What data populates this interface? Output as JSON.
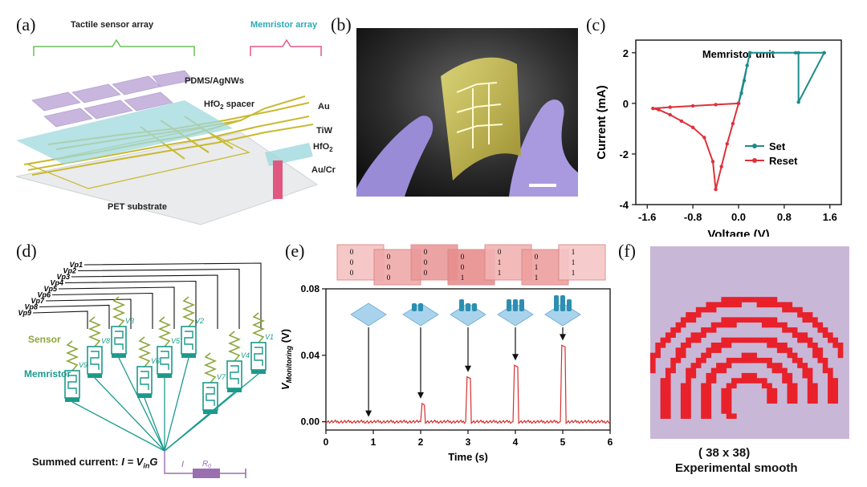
{
  "panels": {
    "a": {
      "label": "(a)",
      "tactile_array": "Tactile sensor array",
      "memristor_array": "Memristor array",
      "layers": {
        "pdms": "PDMS/AgNWs",
        "hfo2_spacer_prefix": "HfO",
        "hfo2_spacer_sub": "2",
        "hfo2_spacer_suffix": " spacer",
        "au": "Au",
        "tiw": "TiW",
        "hfo2_prefix": "HfO",
        "hfo2_sub": "2",
        "aucr": "Au/Cr",
        "pet": "PET substrate"
      }
    },
    "b": {
      "label": "(b)"
    },
    "c": {
      "label": "(c)"
    },
    "d": {
      "label": "(d)",
      "vp_labels": [
        "Vp1",
        "Vp2",
        "Vp3",
        "Vp4",
        "Vp5",
        "Vp6",
        "Vp7",
        "Vp8",
        "Vp9"
      ],
      "v_labels": [
        "V9",
        "V8",
        "V3",
        "V6",
        "V5",
        "V2",
        "V7",
        "V4",
        "V1"
      ],
      "sensor": "Sensor",
      "memristor": "Memristor",
      "summed_current": "Summed current: ",
      "summed_formula": "I = V",
      "summed_sub": "in",
      "summed_tail": "G",
      "current_symbol": "I",
      "resistor_symbol": "R",
      "resistor_sub": "0"
    },
    "e": {
      "label": "(e)",
      "bit_matrices": [
        [
          "0",
          "0",
          "0"
        ],
        [
          "0",
          "0",
          "0"
        ],
        [
          "0",
          "0",
          "0"
        ],
        [
          "0",
          "0",
          "1"
        ],
        [
          "0",
          "1",
          "1"
        ],
        [
          "0",
          "1",
          "1"
        ],
        [
          "1",
          "1",
          "1"
        ]
      ]
    },
    "f": {
      "label": "(f)",
      "caption_line1": "( 38 x 38)",
      "caption_line2": "Experimental smooth"
    }
  },
  "chart_data": [
    {
      "type": "line",
      "title": "Memristor unit",
      "xlabel": "Voltage (V)",
      "ylabel": "Current (mA)",
      "xlim": [
        -1.8,
        1.8
      ],
      "ylim": [
        -4,
        2.5
      ],
      "xticks": [
        "-1.6",
        "-0.8",
        "0.0",
        "0.8",
        "1.6"
      ],
      "yticks": [
        "-4",
        "-2",
        "0",
        "2"
      ],
      "legend": "right",
      "series": [
        {
          "name": "Set",
          "color": "#1f8a8a",
          "x": [
            0.0,
            0.05,
            0.1,
            0.15,
            0.2,
            0.6,
            1.0,
            1.05,
            1.05,
            1.5,
            1.5,
            0.2,
            0.0
          ],
          "y": [
            0.0,
            0.4,
            0.9,
            1.5,
            2.0,
            2.0,
            2.0,
            2.0,
            0.05,
            2.0,
            2.0,
            2.0,
            0.0
          ]
        },
        {
          "name": "Reset",
          "color": "#e0303a",
          "x": [
            0.0,
            -0.4,
            -0.8,
            -1.2,
            -1.5,
            -1.4,
            -1.2,
            -1.0,
            -0.8,
            -0.6,
            -0.45,
            -0.4,
            -0.3,
            -0.2,
            -0.1,
            0.0
          ],
          "y": [
            0.0,
            -0.05,
            -0.1,
            -0.15,
            -0.2,
            -0.25,
            -0.45,
            -0.7,
            -0.95,
            -1.35,
            -2.3,
            -3.4,
            -2.5,
            -1.6,
            -0.8,
            0.0
          ]
        }
      ]
    },
    {
      "type": "line",
      "title": "",
      "xlabel": "Time (s)",
      "ylabel": "V",
      "ylabel_sub": "Monitoring",
      "ylabel_unit": " (V)",
      "xlim": [
        0,
        6
      ],
      "ylim": [
        -0.005,
        0.08
      ],
      "xticks": [
        "0",
        "1",
        "2",
        "3",
        "4",
        "5",
        "6"
      ],
      "yticks": [
        "0.00",
        "0.04",
        "0.08"
      ],
      "series": [
        {
          "name": "",
          "color": "#d62f2f",
          "x": [
            0,
            0.9,
            2.0,
            2.03,
            2.08,
            2.1,
            2.95,
            2.98,
            3.05,
            3.07,
            3.95,
            3.98,
            4.05,
            4.07,
            4.95,
            4.98,
            5.05,
            5.07,
            6
          ],
          "y": [
            0.0,
            0.0,
            0.0,
            0.011,
            0.01,
            0.0,
            0.0,
            0.027,
            0.026,
            0.0,
            0.0,
            0.034,
            0.033,
            0.0,
            0.0,
            0.046,
            0.045,
            0.0,
            0.0
          ]
        }
      ]
    }
  ]
}
